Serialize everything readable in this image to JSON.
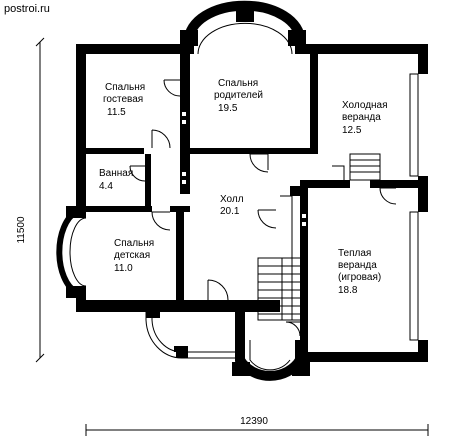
{
  "watermark": "postroi.ru",
  "dimensions": {
    "width": "12390",
    "height": "11500"
  },
  "rooms": [
    {
      "id": "guest-bedroom",
      "name_line1": "Спальня",
      "name_line2": "гостевая",
      "area": "11.5"
    },
    {
      "id": "parents-bedroom",
      "name_line1": "Спальня",
      "name_line2": "родителей",
      "area": "19.5"
    },
    {
      "id": "cold-veranda",
      "name_line1": "Холодная",
      "name_line2": "веранда",
      "area": "12.5"
    },
    {
      "id": "bathroom",
      "name_line1": "Ванная",
      "area": "4.4"
    },
    {
      "id": "hall",
      "name_line1": "Холл",
      "area": "20.1"
    },
    {
      "id": "kids-bedroom",
      "name_line1": "Спальня",
      "name_line2": "детская",
      "area": "11.0"
    },
    {
      "id": "warm-veranda",
      "name_line1": "Теплая",
      "name_line2": "веранда",
      "name_line3": "(игровая)",
      "area": "18.8"
    }
  ]
}
